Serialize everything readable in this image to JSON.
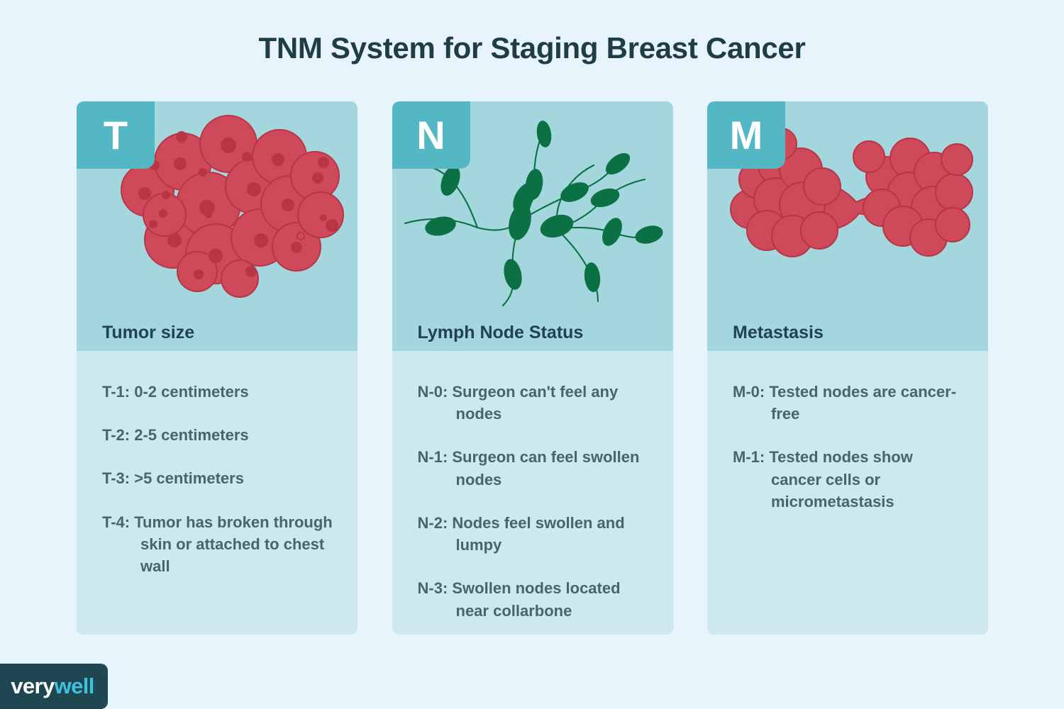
{
  "title": "TNM System for Staging Breast Cancer",
  "colors": {
    "page_background": "#e8f4fb",
    "card_body": "#cde8ee",
    "card_top": "#a3d6dd",
    "badge_teal": "#53b8c4",
    "title_text": "#1f3d47",
    "body_text": "#48646c",
    "cell_red": "#ce4a5a",
    "cell_red_dark": "#b93546",
    "lymph_green": "#0b7043",
    "logo_background": "#1f4751",
    "logo_accent": "#3fc1dd"
  },
  "cards": [
    {
      "badge": "T",
      "header": "Tumor size",
      "illustration": "tumor-cell-cluster-icon",
      "items": [
        "T-1: 0-2 centimeters",
        "T-2: 2-5 centimeters",
        "T-3: >5 centimeters",
        "T-4: Tumor has broken through skin or attached to chest wall"
      ]
    },
    {
      "badge": "N",
      "header": "Lymph Node Status",
      "illustration": "lymph-node-network-icon",
      "items": [
        "N-0: Surgeon can't feel any nodes",
        "N-1: Surgeon can feel swollen nodes",
        "N-2: Nodes feel swollen and lumpy",
        "N-3: Swollen nodes located near collarbone"
      ]
    },
    {
      "badge": "M",
      "header": "Metastasis",
      "illustration": "metastasis-spreading-cells-icon",
      "items": [
        "M-0: Tested nodes are cancer-free",
        "M-1: Tested nodes show cancer cells or micrometastasis"
      ]
    }
  ],
  "logo": {
    "part_one": "very",
    "part_two": "well"
  }
}
